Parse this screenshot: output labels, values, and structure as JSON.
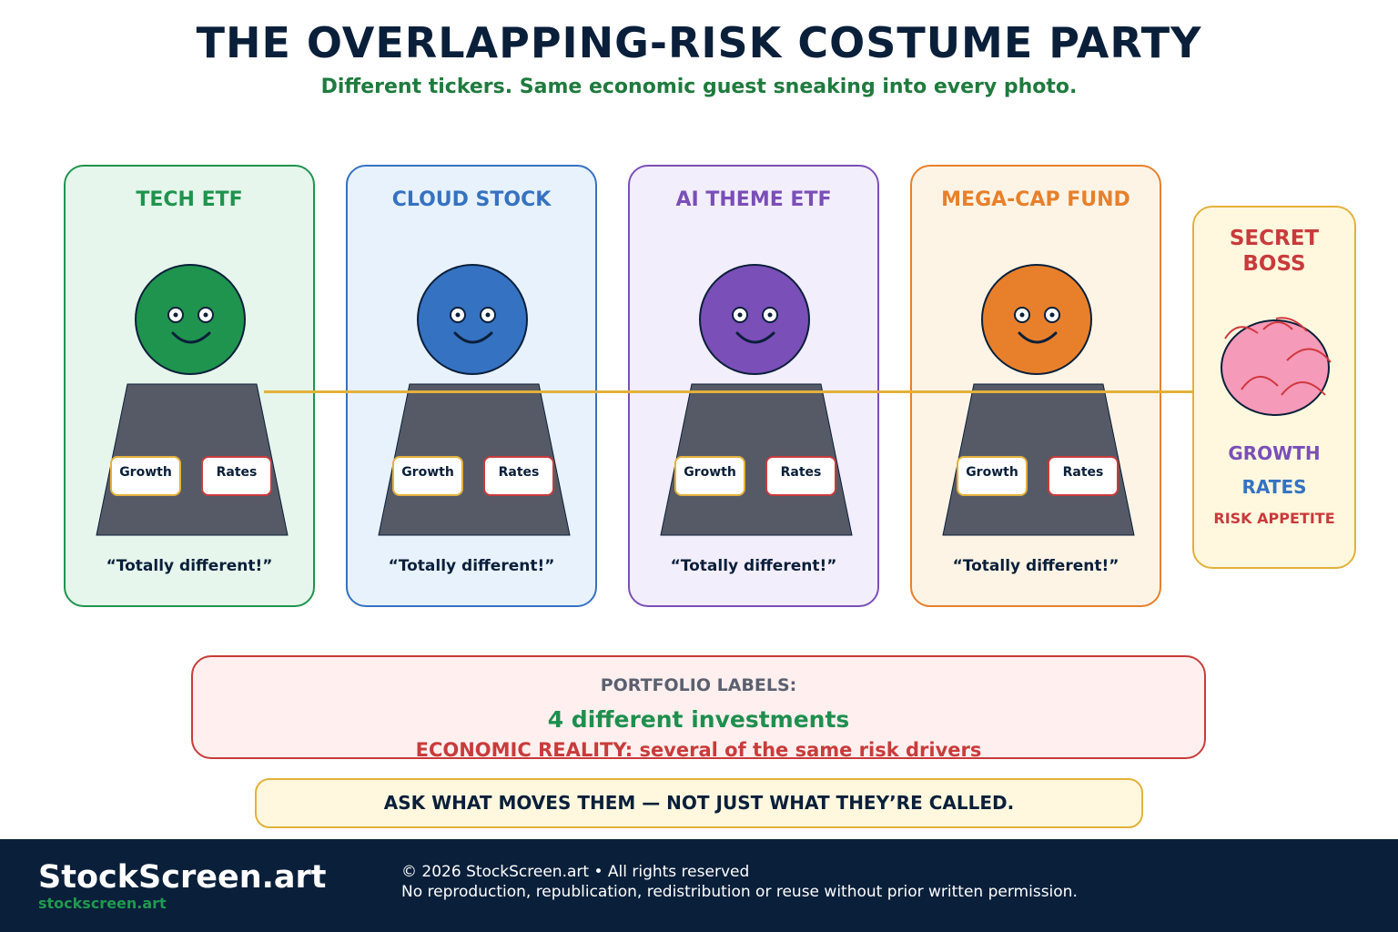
{
  "header": {
    "title": "THE OVERLAPPING-RISK COSTUME PARTY",
    "subtitle": "Different tickers. Same economic guest sneaking into every photo."
  },
  "investments": [
    {
      "name": "TECH ETF",
      "color": "#1f944e",
      "bg": "#e6f6ec",
      "tags": [
        "Growth",
        "Rates"
      ],
      "quote": "“Totally different!”"
    },
    {
      "name": "CLOUD STOCK",
      "color": "#3572c2",
      "bg": "#e8f2fd",
      "tags": [
        "Growth",
        "Rates"
      ],
      "quote": "“Totally different!”"
    },
    {
      "name": "AI THEME ETF",
      "color": "#7a4fb8",
      "bg": "#f3eefc",
      "tags": [
        "Growth",
        "Rates"
      ],
      "quote": "“Totally different!”"
    },
    {
      "name": "MEGA-CAP FUND",
      "color": "#e8802b",
      "bg": "#fef4e6",
      "tags": [
        "Growth",
        "Rates"
      ],
      "quote": "“Totally different!”"
    }
  ],
  "boss": {
    "title_line1": "SECRET",
    "title_line2": "BOSS",
    "icon": "brain-icon",
    "drivers": [
      {
        "label": "GROWTH",
        "color": "#7a4fb8"
      },
      {
        "label": "RATES",
        "color": "#3572c2"
      },
      {
        "label": "RISK APPETITE",
        "color": "#c93b3b"
      }
    ]
  },
  "reality": {
    "label": "PORTFOLIO LABELS:",
    "count": "4 different investments",
    "economic": "ECONOMIC REALITY: several of the same risk drivers"
  },
  "cta": "ASK WHAT MOVES THEM — NOT JUST WHAT THEY’RE CALLED.",
  "footer": {
    "brand": "StockScreen.art",
    "url": "stockscreen.art",
    "copyright": "© 2026 StockScreen.art • All rights reserved",
    "notice": "No reproduction, republication, redistribution or reuse without prior written permission."
  }
}
